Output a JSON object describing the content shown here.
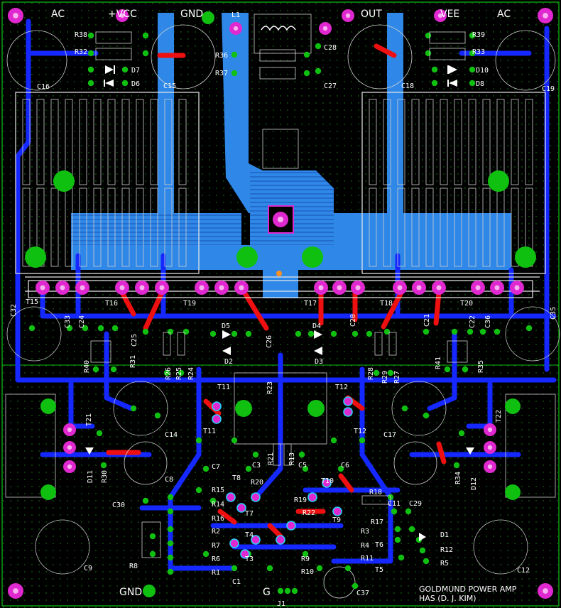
{
  "colors": {
    "background": "#000000",
    "trace_blue": "#1428ff",
    "fill_blue": "#2f88e8",
    "trace_red": "#ee1010",
    "pad_magenta": "#e028d0",
    "pad_green": "#10c010",
    "silkscreen": "#ffffff",
    "highlight_cyan": "#2ad0ff"
  },
  "power_labels": {
    "ac_left": "AC",
    "vcc": "+VCC",
    "gnd_top": "GND",
    "l1": "L1",
    "out": "OUT",
    "vee": "VEE",
    "ac_right": "AC",
    "gnd_bottom": "GND",
    "g": "G",
    "j1": "J1"
  },
  "title": {
    "line1": "GOLDMUND POWER AMP",
    "line2": "HAS (D. J. KIM)"
  },
  "components": {
    "R38": "R38",
    "R32": "R32",
    "D7": "D7",
    "D6": "D6",
    "C16": "C16",
    "C15": "C15",
    "R36": "R36",
    "R37": "R37",
    "C28": "C28",
    "C27": "C27",
    "R39": "R39",
    "R33": "R33",
    "D10": "D10",
    "D8": "D8",
    "C18": "C18",
    "C19": "C19",
    "T15": "T15",
    "T16": "T16",
    "T19": "T19",
    "T17": "T17",
    "T18": "T18",
    "T20": "T20",
    "C32": "C32",
    "C33": "C33",
    "C24": "C24",
    "C25": "C25",
    "C26": "C26",
    "D5": "D5",
    "D2": "D2",
    "D4": "D4",
    "D3": "D3",
    "C20": "C20",
    "C21": "C21",
    "C22": "C22",
    "C36": "C36",
    "C35": "C35",
    "R40": "R40",
    "R31": "R31",
    "R26": "R26",
    "R25": "R25",
    "R24": "R24",
    "R28": "R28",
    "R29": "R29",
    "R27": "R27",
    "R41": "R41",
    "R35": "R35",
    "T11a": "T11",
    "T11b": "T11",
    "T12a": "T12",
    "T12b": "T12",
    "R23": "R23",
    "T21": "T21",
    "T22": "T22",
    "C14": "C14",
    "C17": "C17",
    "D11": "D11",
    "D12": "D12",
    "R30": "R30",
    "R34": "R34",
    "R21": "R21",
    "R13": "R13",
    "C7": "C7",
    "C3": "C3",
    "C5": "C5",
    "C6": "C6",
    "T8": "T8",
    "R20": "R20",
    "C8": "C8",
    "T10": "T10",
    "R15": "R15",
    "R14": "R14",
    "R16": "R16",
    "T7": "T7",
    "R19": "R19",
    "R22": "R22",
    "T9": "T9",
    "R18": "R18",
    "C30": "C30",
    "C11": "C11",
    "C29": "C29",
    "R2": "R2",
    "R7": "R7",
    "R6": "R6",
    "R1": "R1",
    "T4": "T4",
    "T3": "T3",
    "R3": "R3",
    "R4": "R4",
    "R11": "R11",
    "R17": "R17",
    "T6": "T6",
    "T5": "T5",
    "R9": "R9",
    "R10": "R10",
    "D1": "D1",
    "R12": "R12",
    "R5": "R5",
    "R8": "R8",
    "C1": "C1",
    "C9": "C9",
    "C12": "C12",
    "C37": "C37"
  }
}
